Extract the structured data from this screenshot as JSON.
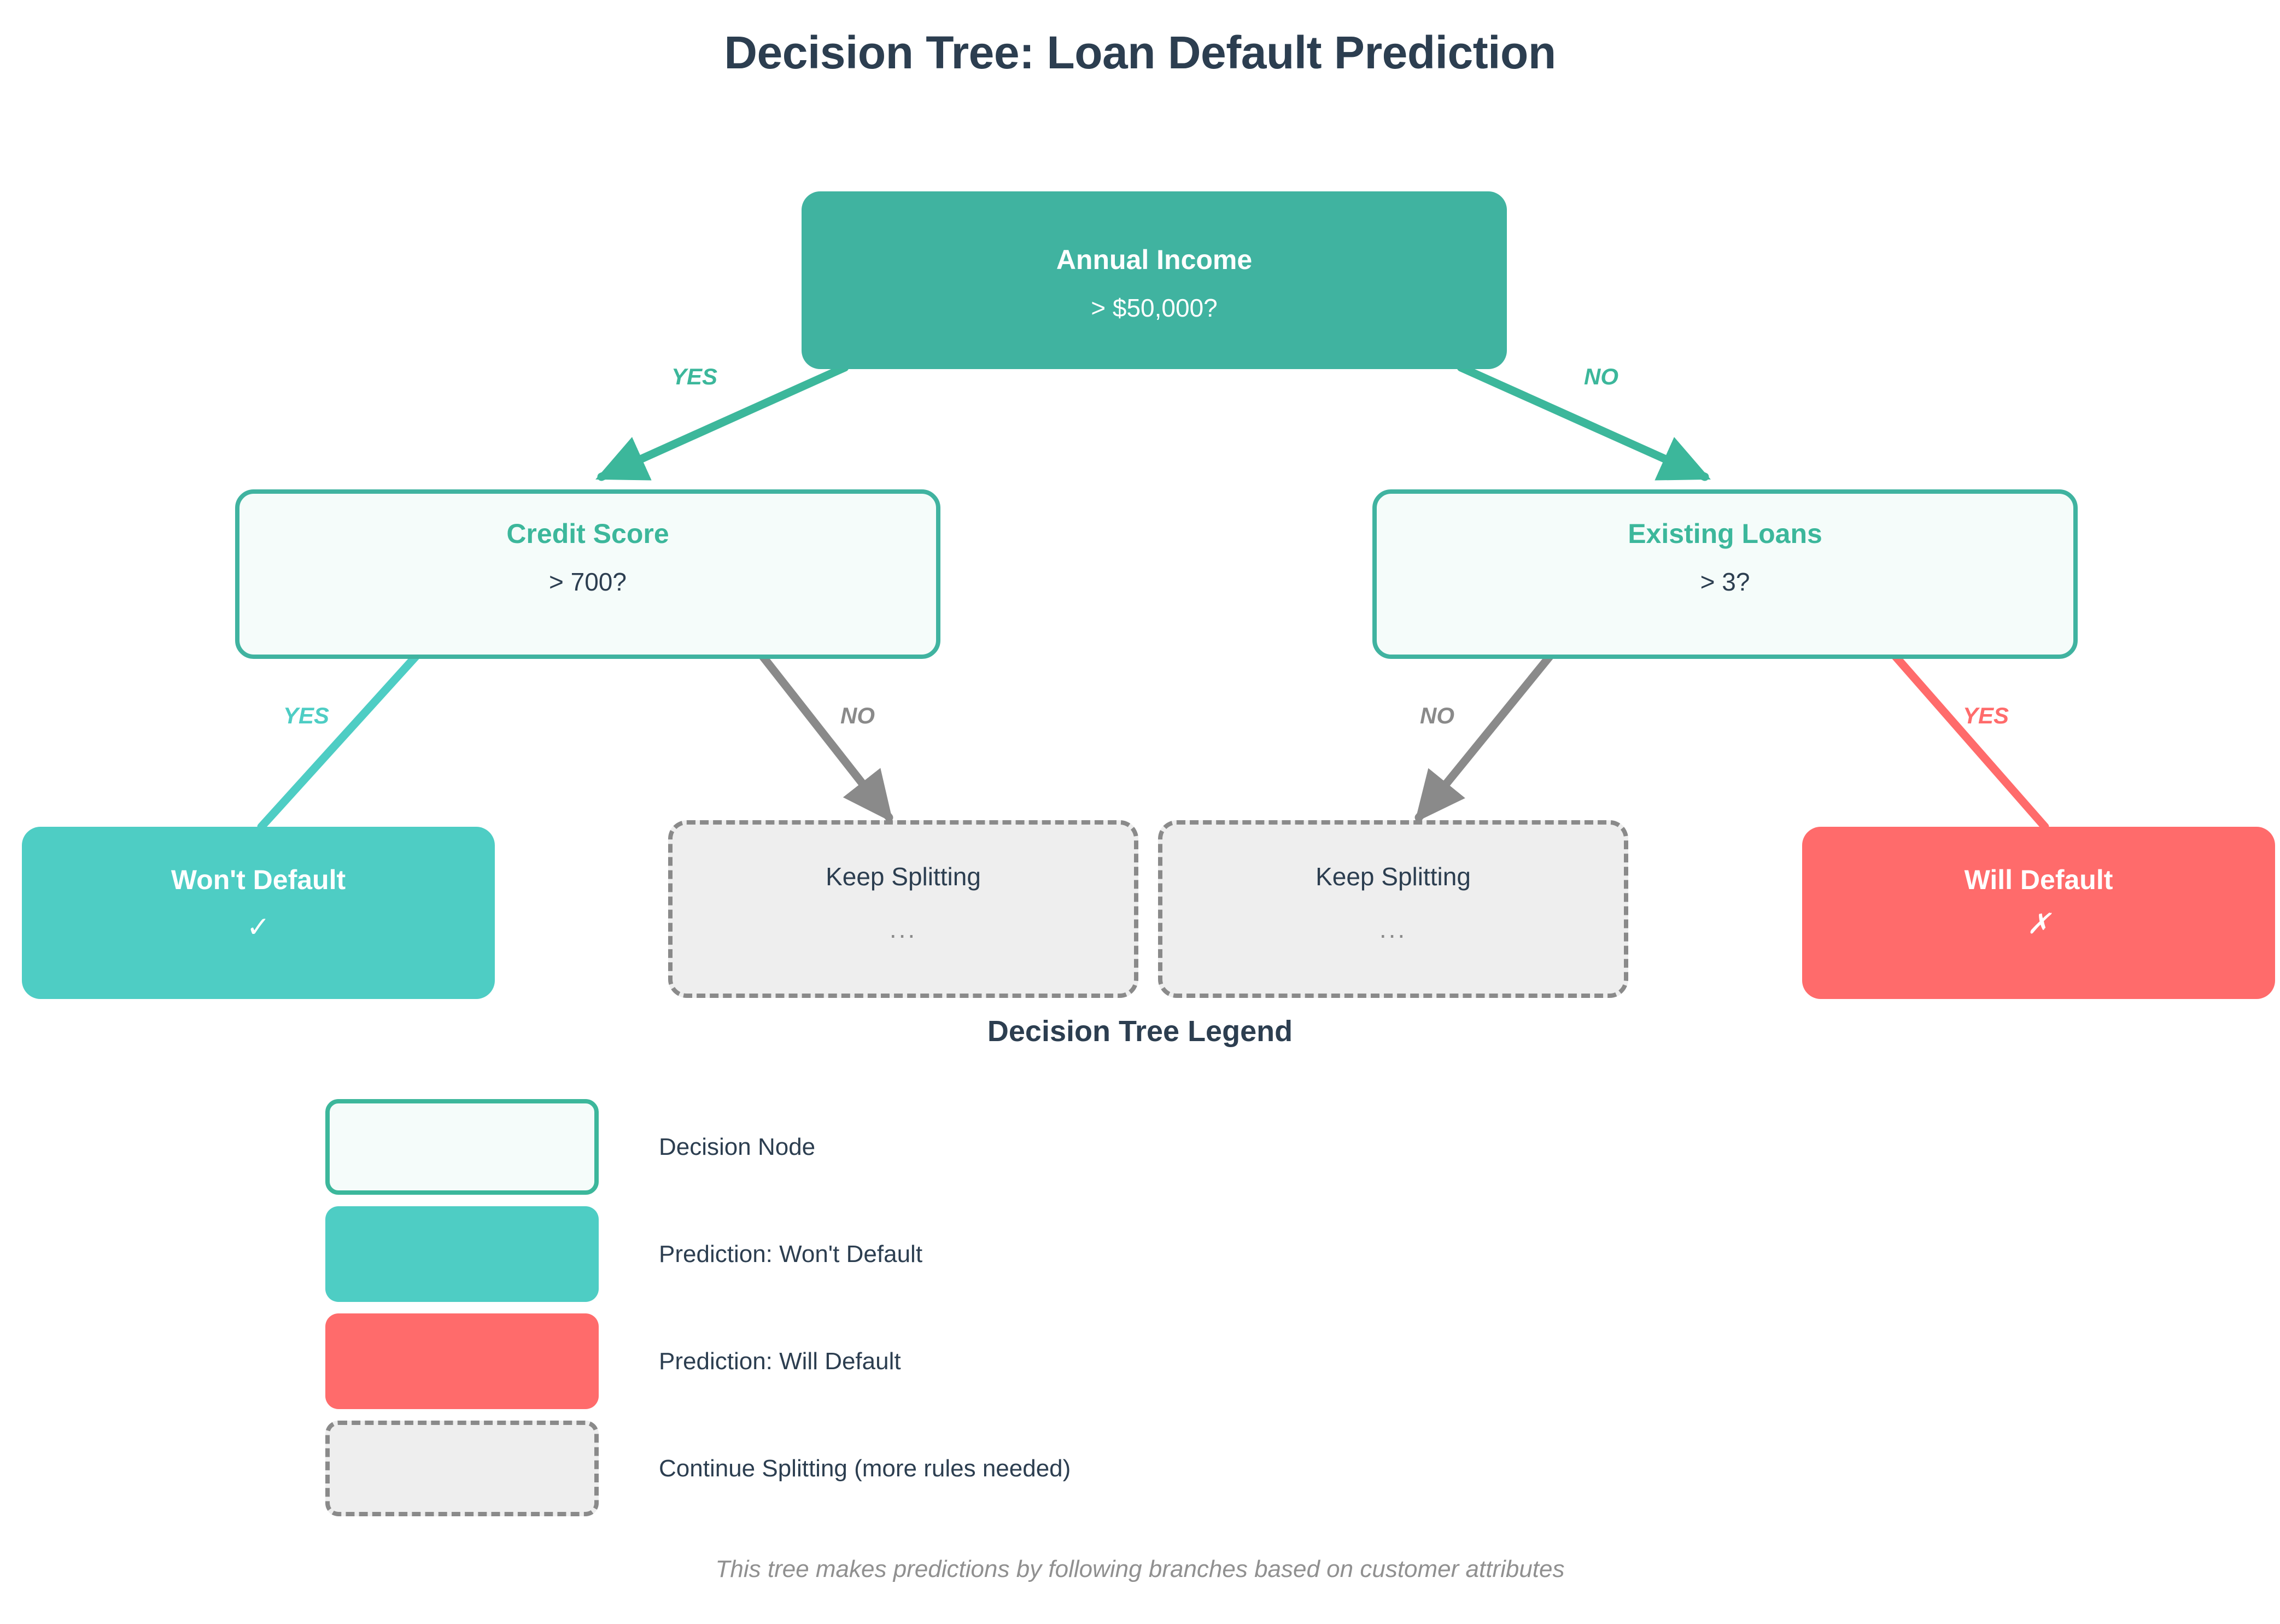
{
  "title": "Decision Tree: Loan Default Prediction",
  "colors": {
    "root_fill": "#40b3a0",
    "decision_border": "#40b3a0",
    "decision_fill": "#f5fcfa",
    "decision_title": "#3cb79b",
    "good_fill": "#4ecdc4",
    "bad_fill": "#ff6b6b",
    "split_fill": "#eeeeee",
    "split_border": "#8a8a8a",
    "text_dark": "#2c3e50",
    "muted": "#8a8a8a"
  },
  "tree": {
    "root": {
      "title": "Annual Income",
      "condition": "> $50,000?"
    },
    "level2": [
      {
        "title": "Credit Score",
        "condition": "> 700?"
      },
      {
        "title": "Existing Loans",
        "condition": "> 3?"
      }
    ],
    "leaves": [
      {
        "title": "Won't Default",
        "mark": "✓"
      },
      {
        "title": "Keep Splitting",
        "mark": "..."
      },
      {
        "title": "Keep Splitting",
        "mark": "..."
      },
      {
        "title": "Will Default",
        "mark": "✗"
      }
    ]
  },
  "edges": [
    {
      "label": "YES",
      "color": "#3cb79b"
    },
    {
      "label": "NO",
      "color": "#3cb79b"
    },
    {
      "label": "YES",
      "color": "#4ecdc4"
    },
    {
      "label": "NO",
      "color": "#8a8a8a"
    },
    {
      "label": "NO",
      "color": "#8a8a8a"
    },
    {
      "label": "YES",
      "color": "#ff6b6b"
    }
  ],
  "legend": {
    "heading": "Decision Tree Legend",
    "items": [
      {
        "label": "Decision Node",
        "swatch": "decision-swatch"
      },
      {
        "label": "Prediction: Won't Default",
        "swatch": "wont-default-swatch"
      },
      {
        "label": "Prediction: Will Default",
        "swatch": "will-default-swatch"
      },
      {
        "label": "Continue Splitting (more rules needed)",
        "swatch": "continue-splitting-swatch"
      }
    ]
  },
  "footer": "This tree makes predictions by following branches based on customer attributes"
}
